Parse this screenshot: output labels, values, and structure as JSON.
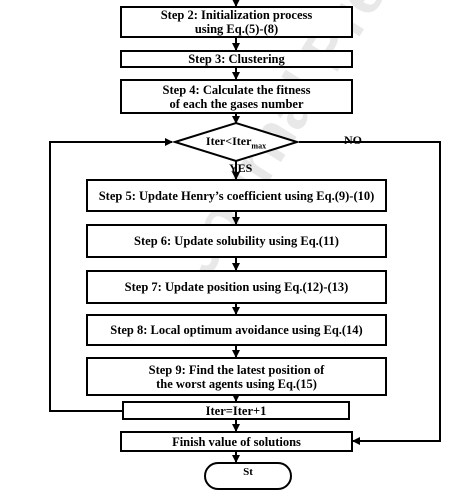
{
  "steps": {
    "step2": [
      "Step 2: Initialization process",
      "using Eq.(5)-(8)"
    ],
    "step3": [
      "Step 3: Clustering"
    ],
    "step4": [
      "Step 4: Calculate the fitness",
      "of each the gases number"
    ],
    "step5": [
      "Step 5: Update Henry’s coefficient using Eq.(9)-(10)"
    ],
    "step6": [
      "Step 6: Update solubility using Eq.(11)"
    ],
    "step7": [
      "Step 7: Update position using Eq.(12)-(13)"
    ],
    "step8": [
      "Step 8: Local optimum avoidance using Eq.(14)"
    ],
    "step9": [
      "Step 9: Find the latest position of",
      "the worst agents using Eq.(15)"
    ],
    "iter_update": [
      "Iter=Iter+1"
    ],
    "finish": [
      "Finish value of solutions"
    ]
  },
  "decision": {
    "base": "Iter<Iter",
    "subscript": "max"
  },
  "labels": {
    "yes": "YES",
    "no": "NO"
  },
  "terminal_partial": "St",
  "watermark": "Journal Pre-proof"
}
